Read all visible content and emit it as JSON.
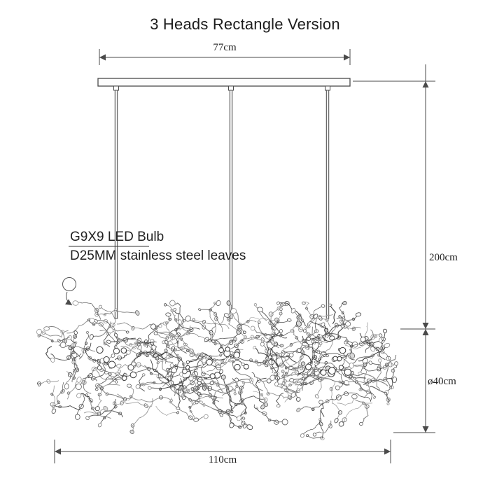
{
  "title": "3 Heads Rectangle Version",
  "annotations": {
    "bulb_label": "G9X9 LED Bulb",
    "leaves_label": "D25MM stainless steel leaves"
  },
  "dimensions": {
    "canopy_width": "77cm",
    "overall_drop": "200cm",
    "fixture_height": "ø40cm",
    "fixture_width": "110cm"
  },
  "fixture": {
    "heads": 3,
    "version": "Rectangle"
  },
  "colors": {
    "background": "#ffffff",
    "dimension_line": "#4a4a4a",
    "branch_dark": "#3a3a3a",
    "branch_light": "#949494",
    "text": "#1b1b1b"
  }
}
